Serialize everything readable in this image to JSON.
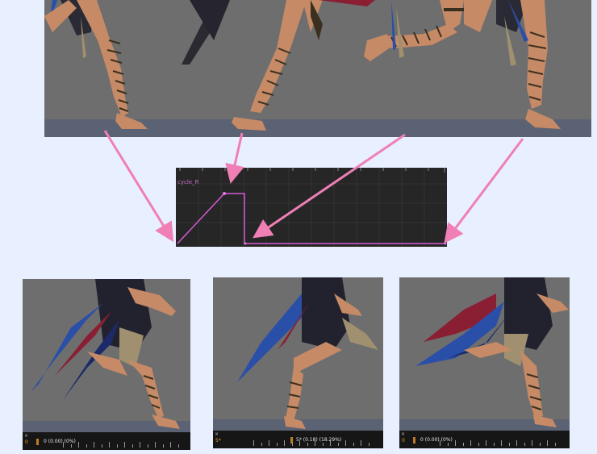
{
  "curve_panel": {
    "label": "cycle_R"
  },
  "shots": [
    {
      "frame_readout": "0 (0.00) (0%)",
      "frame_field": "0"
    },
    {
      "frame_readout": "5* (0.18) (18.29%)",
      "frame_field": "5*"
    },
    {
      "frame_readout": "0 (0.00) (0%)",
      "frame_field": "0"
    }
  ],
  "colors": {
    "background": "#e8efff",
    "arrow": "#ef7fb5",
    "curve": "#d65ad6",
    "viewport": "#6e6e6e",
    "floor": "#5a6274",
    "skin": "#c68a66",
    "lace": "#3a3020",
    "feather_blue": "#2a4fa8",
    "feather_red": "#8a1f34",
    "feather_dark": "#22222e"
  }
}
